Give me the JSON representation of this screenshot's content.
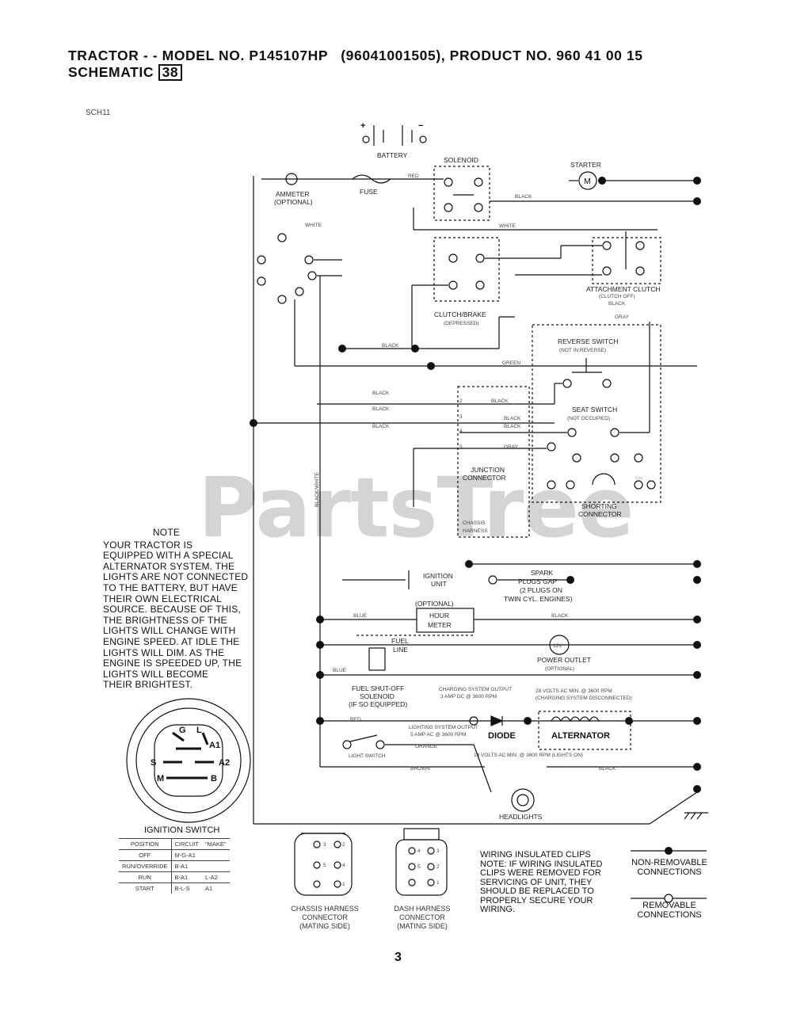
{
  "header": {
    "line1": "TRACTOR - - MODEL NO. P145107HP   (96041001505), PRODUCT NO. 960 41 00 15",
    "line2_prefix": "SCHEMATIC ",
    "schematic_number": "38"
  },
  "diagram_code": "SCH11",
  "watermark": "PartsTree",
  "note": {
    "title": "NOTE",
    "body": "YOUR TRACTOR IS\nEQUIPPED WITH A SPECIAL\nALTERNATOR SYSTEM.  THE\nLIGHTS ARE NOT CONNECTED\nTO THE BATTERY, BUT HAVE\nTHEIR OWN ELECTRICAL\nSOURCE.  BECAUSE OF THIS,\nTHE BRIGHTNESS OF THE\nLIGHTS WILL CHANGE WITH\nENGINE SPEED.  AT IDLE THE\nLIGHTS WILL DIM.  AS THE\nENGINE IS SPEEDED UP, THE\nLIGHTS WILL BECOME\nTHEIR BRIGHTEST."
  },
  "components": {
    "battery": "BATTERY",
    "solenoid": "SOLENOID",
    "starter": "STARTER",
    "ammeter": "AMMETER",
    "ammeter_opt": "(OPTIONAL)",
    "fuse": "FUSE",
    "clutch_brake": "CLUTCH/BRAKE",
    "clutch_brake_state": "(DEPRESSED)",
    "attachment_clutch": "ATTACHMENT CLUTCH",
    "attachment_clutch_state": "(CLUTCH OFF)",
    "reverse_switch": "REVERSE SWITCH",
    "reverse_switch_state": "(NOT IN REVERSE)",
    "seat_switch": "SEAT SWITCH",
    "seat_switch_state": "(NOT OCCUPIED)",
    "junction_connector": "JUNCTION",
    "junction_connector_2": "CONNECTOR",
    "shorting_connector": "SHORTING",
    "shorting_connector_2": "CONNECTOR",
    "chassis_harness": "CHASSIS",
    "chassis_harness_2": "HARNESS",
    "ignition_unit": "IGNITION",
    "ignition_unit_2": "UNIT",
    "spark_plugs": "SPARK",
    "spark_plugs_2": "PLUGS GAP",
    "spark_plugs_3": "(2 PLUGS ON",
    "spark_plugs_4": "TWIN CYL. ENGINES)",
    "hour_meter_opt": "(OPTIONAL)",
    "hour_meter": "HOUR",
    "hour_meter_2": "METER",
    "fuel_line": "FUEL",
    "fuel_line_2": "LINE",
    "fuel_shutoff": "FUEL SHUT-OFF",
    "fuel_shutoff_2": "SOLENOID",
    "fuel_shutoff_3": "(IF SO EQUIPPED)",
    "power_outlet_v": "12V",
    "power_outlet": "POWER OUTLET",
    "power_outlet_opt": "(OPTIONAL)",
    "charging_output": "CHARGING SYSTEM OUTPUT",
    "charging_output_2": "3 AMP DC @ 3600 RPM",
    "charging_ac": "28 VOLTS AC MIN. @ 3600 RPM",
    "charging_ac_2": "(CHARGING SYSTEM DISCONNECTED)",
    "lighting_output": "LIGHTING SYSTEM OUTPUT",
    "lighting_output_2": "5 AMP AC @ 3600 RPM",
    "diode": "DIODE",
    "alternator": "ALTERNATOR",
    "lighting_ac": "14 VOLTS AC MIN. @ 3600 RPM (LIGHTS ON)",
    "light_switch": "LIGHT SWITCH",
    "headlights": "HEADLIGHTS",
    "plus": "+",
    "minus": "−",
    "motor_m": "M",
    "ign_terms": [
      "G",
      "L",
      "A1",
      "A2",
      "B",
      "M",
      "S"
    ]
  },
  "wires": {
    "red": "RED",
    "black": "BLACK",
    "white": "WHITE",
    "gray": "GRAY",
    "blue": "BLUE",
    "green": "GREEN",
    "orange": "ORANGE",
    "brown": "BROWN",
    "black_white": "BLACK/WHITE"
  },
  "junction_pins": [
    "2",
    "3",
    "4",
    "5"
  ],
  "ignition_switch": {
    "title": "IGNITION SWITCH",
    "header": [
      "POSITION",
      "CIRCUIT",
      "\"MAKE\""
    ],
    "rows": [
      [
        "OFF",
        "M-G-A1",
        ""
      ],
      [
        "RUN/OVERRIDE",
        "B-A1",
        ""
      ],
      [
        "RUN",
        "B-A1",
        "L-A2"
      ],
      [
        "START",
        "B-L-S",
        "A1"
      ]
    ]
  },
  "chassis_connector_label": "CHASSIS HARNESS\nCONNECTOR\n(MATING SIDE)",
  "dash_connector_label": "DASH HARNESS\nCONNECTOR\n(MATING SIDE)",
  "chassis_connector_pins": [
    "3",
    "2",
    "5",
    "4",
    "1"
  ],
  "dash_connector_pins": [
    "4",
    "3",
    "5",
    "2",
    "1"
  ],
  "wiring_note": "WIRING INSULATED CLIPS\nNOTE: IF WIRING INSULATED\nCLIPS WERE REMOVED FOR\nSERVICING OF UNIT, THEY\nSHOULD BE REPLACED TO\nPROPERLY SECURE YOUR\nWIRING.",
  "legend": {
    "non_removable": "NON-REMOVABLE\nCONNECTIONS",
    "removable": "REMOVABLE\nCONNECTIONS"
  },
  "page_number": "3"
}
